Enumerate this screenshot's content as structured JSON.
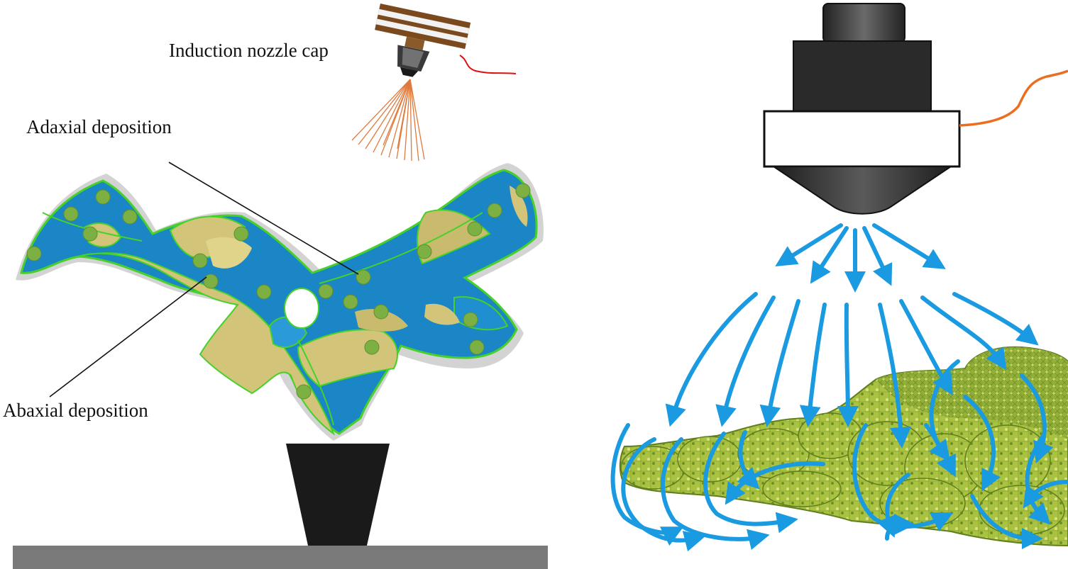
{
  "labels": {
    "induction_nozzle_cap": "Induction nozzle cap",
    "adaxial_deposition": "Adaxial deposition",
    "abaxial_deposition": "Abaxial deposition"
  },
  "colors": {
    "droplet": "#7db043",
    "leaf_blue": "#1a86c6",
    "leaf_yellow": "#d2c57a",
    "leaf_outline": "#46d12a",
    "spray_lines": "#e07a3c",
    "wire_red": "#dd1111",
    "wire_orange": "#ec6d1e",
    "airflow_arrow": "#1a9ae0",
    "pot": "#1a1a1a",
    "ground": "#7a7a7a",
    "canopy_green": "#9bb83a"
  },
  "icons": {
    "left_nozzle": "nozzle-cap-icon",
    "right_nozzle": "electrostatic-nozzle-icon",
    "pot": "plant-pot-icon"
  }
}
